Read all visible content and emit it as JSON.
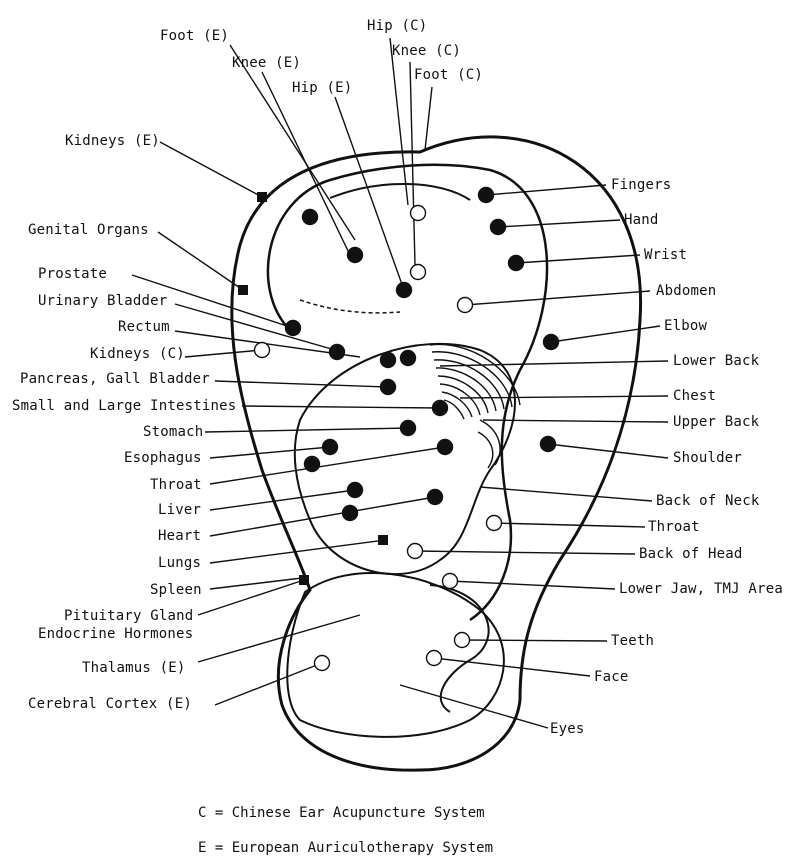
{
  "labels": {
    "foot_e": "Foot (E)",
    "hip_c": "Hip (C)",
    "knee_c": "Knee (C)",
    "knee_e": "Knee (E)",
    "foot_c": "Foot (C)",
    "hip_e": "Hip (E)",
    "kidneys_e": "Kidneys (E)",
    "genital_organs": "Genital Organs",
    "prostate": "Prostate",
    "urinary_bladder": "Urinary Bladder",
    "rectum": "Rectum",
    "kidneys_c": "Kidneys (C)",
    "pancreas": "Pancreas, Gall Bladder",
    "intestines": "Small and Large Intestines",
    "stomach": "Stomach",
    "esophagus": "Esophagus",
    "throat_left": "Throat",
    "liver": "Liver",
    "heart": "Heart",
    "lungs": "Lungs",
    "spleen": "Spleen",
    "pituitary": "Pituitary Gland",
    "endocrine": "Endocrine Hormones",
    "thalamus": "Thalamus (E)",
    "cerebral_cortex": "Cerebral Cortex (E)",
    "fingers": "Fingers",
    "hand": "Hand",
    "wrist": "Wrist",
    "abdomen": "Abdomen",
    "elbow": "Elbow",
    "lower_back": "Lower Back",
    "chest": "Chest",
    "upper_back": "Upper Back",
    "shoulder": "Shoulder",
    "back_of_neck": "Back of Neck",
    "throat_right": "Throat",
    "back_of_head": "Back of Head",
    "lower_jaw": "Lower Jaw, TMJ Area",
    "teeth": "Teeth",
    "face": "Face",
    "eyes": "Eyes"
  },
  "legend": {
    "chinese": "C = Chinese Ear Acupuncture System",
    "european": "E = European Auriculotherapy System"
  }
}
